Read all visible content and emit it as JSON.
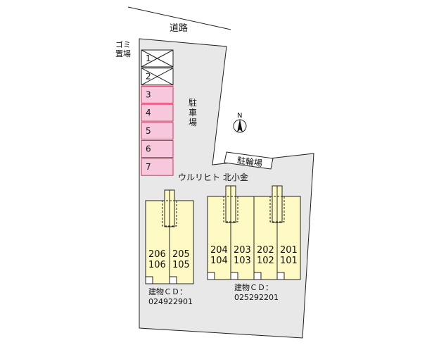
{
  "road_label": "道路",
  "garbage_label": "ゴミ置場",
  "parking_label": "駐車場",
  "bicycle_label": "駐輪場",
  "compass_label": "N",
  "building_name": "ウルリヒト 北小金",
  "parking_spaces": [
    {
      "number": "1",
      "status": "unavailable"
    },
    {
      "number": "2",
      "status": "unavailable"
    },
    {
      "number": "3",
      "status": "available"
    },
    {
      "number": "4",
      "status": "available"
    },
    {
      "number": "5",
      "status": "available"
    },
    {
      "number": "6",
      "status": "available"
    },
    {
      "number": "7",
      "status": "available"
    }
  ],
  "buildings": [
    {
      "cd_label": "建物ＣＤ：",
      "cd_number": "024922901",
      "units": [
        {
          "upper": "206",
          "lower": "106"
        },
        {
          "upper": "205",
          "lower": "105"
        }
      ]
    },
    {
      "cd_label": "建物ＣＤ：",
      "cd_number": "025292201",
      "units": [
        {
          "upper": "204",
          "lower": "104"
        },
        {
          "upper": "203",
          "lower": "103"
        },
        {
          "upper": "202",
          "lower": "102"
        },
        {
          "upper": "201",
          "lower": "101"
        }
      ]
    }
  ],
  "colors": {
    "site_fill": "#e8e8e8",
    "parking_available_fill": "#f7c8dc",
    "parking_available_stroke": "#d9325f",
    "building_fill": "#fff9c4",
    "line": "#222222"
  }
}
